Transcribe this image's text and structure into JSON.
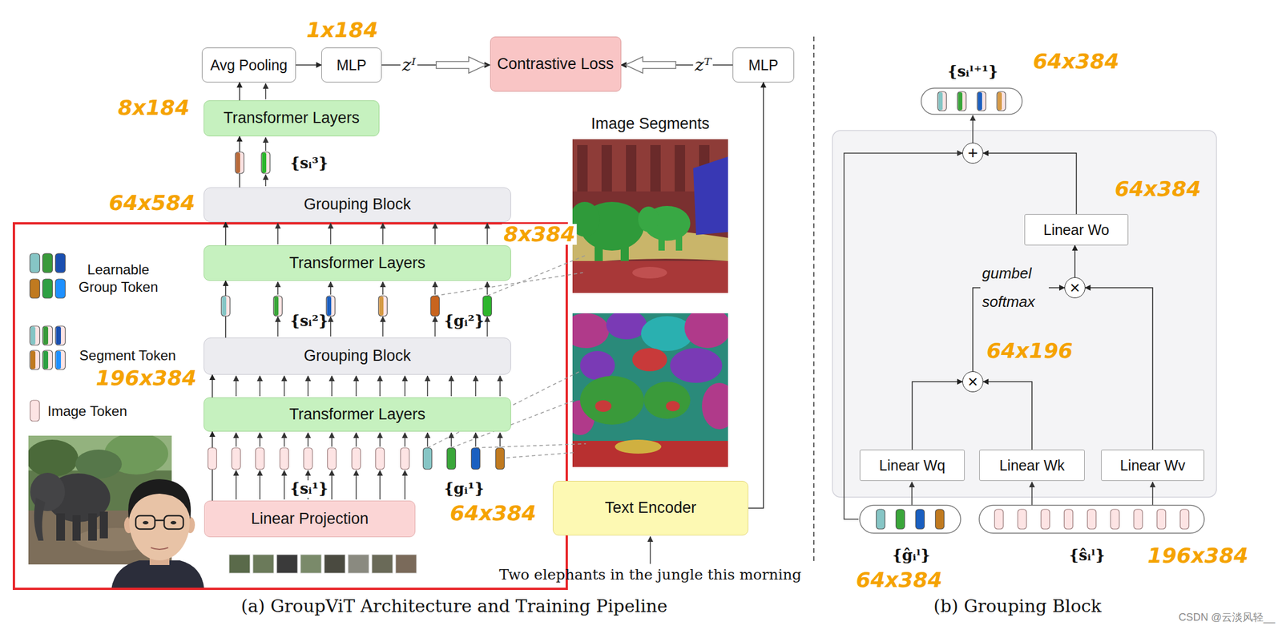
{
  "diagram": {
    "caption": "(a) GroupViT Architecture and Training Pipeline",
    "nodes": [
      {
        "text": [
          "Avg Pooling"
        ]
      },
      {
        "text": [
          "MLP"
        ]
      },
      {
        "text": [
          "Contrastive Loss"
        ]
      },
      {
        "text": [
          "MLP"
        ]
      },
      {
        "text": [
          "Transformer Layers"
        ]
      },
      {
        "text": [
          "Grouping Block"
        ]
      },
      {
        "text": [
          "Transformer Layers"
        ]
      },
      {
        "text": [
          "Grouping Block"
        ]
      },
      {
        "text": [
          "Transformer Layers"
        ]
      },
      {
        "text": [
          "Linear Projection"
        ]
      },
      {
        "text": [
          "Text Encoder"
        ]
      },
      {
        "text": [
          "+"
        ]
      },
      {
        "text": [
          "Linear Wo"
        ]
      },
      {
        "text": [
          "×"
        ]
      },
      {
        "text": [
          "×"
        ]
      },
      {
        "text": [
          "Linear Wq"
        ]
      },
      {
        "text": [
          "Linear Wk"
        ]
      },
      {
        "text": [
          "Linear Wv"
        ]
      }
    ],
    "edges": [
      {
        "from": 0,
        "to": 1,
        "arrow": "to"
      },
      {
        "from": 1,
        "to": 2,
        "label": "zᴵ",
        "arrow": "to"
      },
      {
        "from": 3,
        "to": 2,
        "label": "zᵀ",
        "arrow": "to"
      },
      {
        "from": 10,
        "to": 3,
        "arrow": "to"
      },
      {
        "from": 4,
        "to": 0,
        "arrow": "to"
      },
      {
        "from": 5,
        "to": 4,
        "arrow": "to"
      },
      {
        "from": 6,
        "to": 5,
        "arrow": "to"
      },
      {
        "from": 7,
        "to": 6,
        "arrow": "to"
      },
      {
        "from": 8,
        "to": 7,
        "arrow": "to"
      },
      {
        "from": 9,
        "to": 8,
        "arrow": "to"
      },
      {
        "from": 15,
        "to": 14,
        "arrow": "to"
      },
      {
        "from": 16,
        "to": 14,
        "arrow": "to"
      },
      {
        "from": 14,
        "to": 13,
        "label": "gumbel softmax",
        "arrow": "to"
      },
      {
        "from": 17,
        "to": 13,
        "arrow": "to"
      },
      {
        "from": 13,
        "to": 12,
        "arrow": "to"
      },
      {
        "from": 12,
        "to": 11,
        "arrow": "to"
      }
    ],
    "labels": [
      "Image Segments",
      "{sᵢ³}",
      "{sᵢ²}",
      "{gᵢ²}",
      "{sᵢ¹}",
      "{gᵢ¹}",
      "Two elephants in the jungle this morning",
      "(b) Grouping Block",
      "{sᵢˡ⁺¹}",
      "{ĝᵢˡ}",
      "{ŝᵢˡ}",
      "1x184",
      "8x184",
      "64x584",
      "8x384",
      "196x384",
      "64x384",
      "64x384",
      "64x384",
      "64x196",
      "64x384",
      "196x384",
      "CSDN @云淡风轻__"
    ],
    "legend": [
      {
        "text": "Learnable Group Token"
      },
      {
        "text": "Segment Token"
      },
      {
        "text": "Image Token"
      }
    ]
  }
}
